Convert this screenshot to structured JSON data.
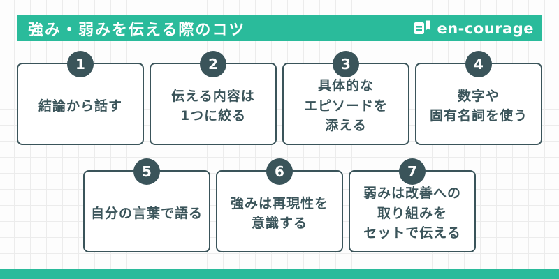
{
  "header": {
    "title": "強み・弱みを伝える際のコツ",
    "brand": "en-courage"
  },
  "colors": {
    "accent_teal": "#2abb9b",
    "dark_slate": "#3a545a",
    "card_bg": "#ffffff",
    "grid_line": "#ececec"
  },
  "cards": [
    {
      "number": "1",
      "lines": [
        "結論から話す"
      ]
    },
    {
      "number": "2",
      "lines": [
        "伝える内容は",
        "1つに絞る"
      ]
    },
    {
      "number": "3",
      "lines": [
        "具体的な",
        "エピソードを",
        "添える"
      ]
    },
    {
      "number": "4",
      "lines": [
        "数字や",
        "固有名詞を使う"
      ]
    },
    {
      "number": "5",
      "lines": [
        "自分の言葉で語る"
      ]
    },
    {
      "number": "6",
      "lines": [
        "強みは再現性を",
        "意識する"
      ]
    },
    {
      "number": "7",
      "lines": [
        "弱みは改善への",
        "取り組みを",
        "セットで伝える"
      ]
    }
  ],
  "layout": {
    "row_1_card_count": 4,
    "row_2_card_count": 3
  }
}
